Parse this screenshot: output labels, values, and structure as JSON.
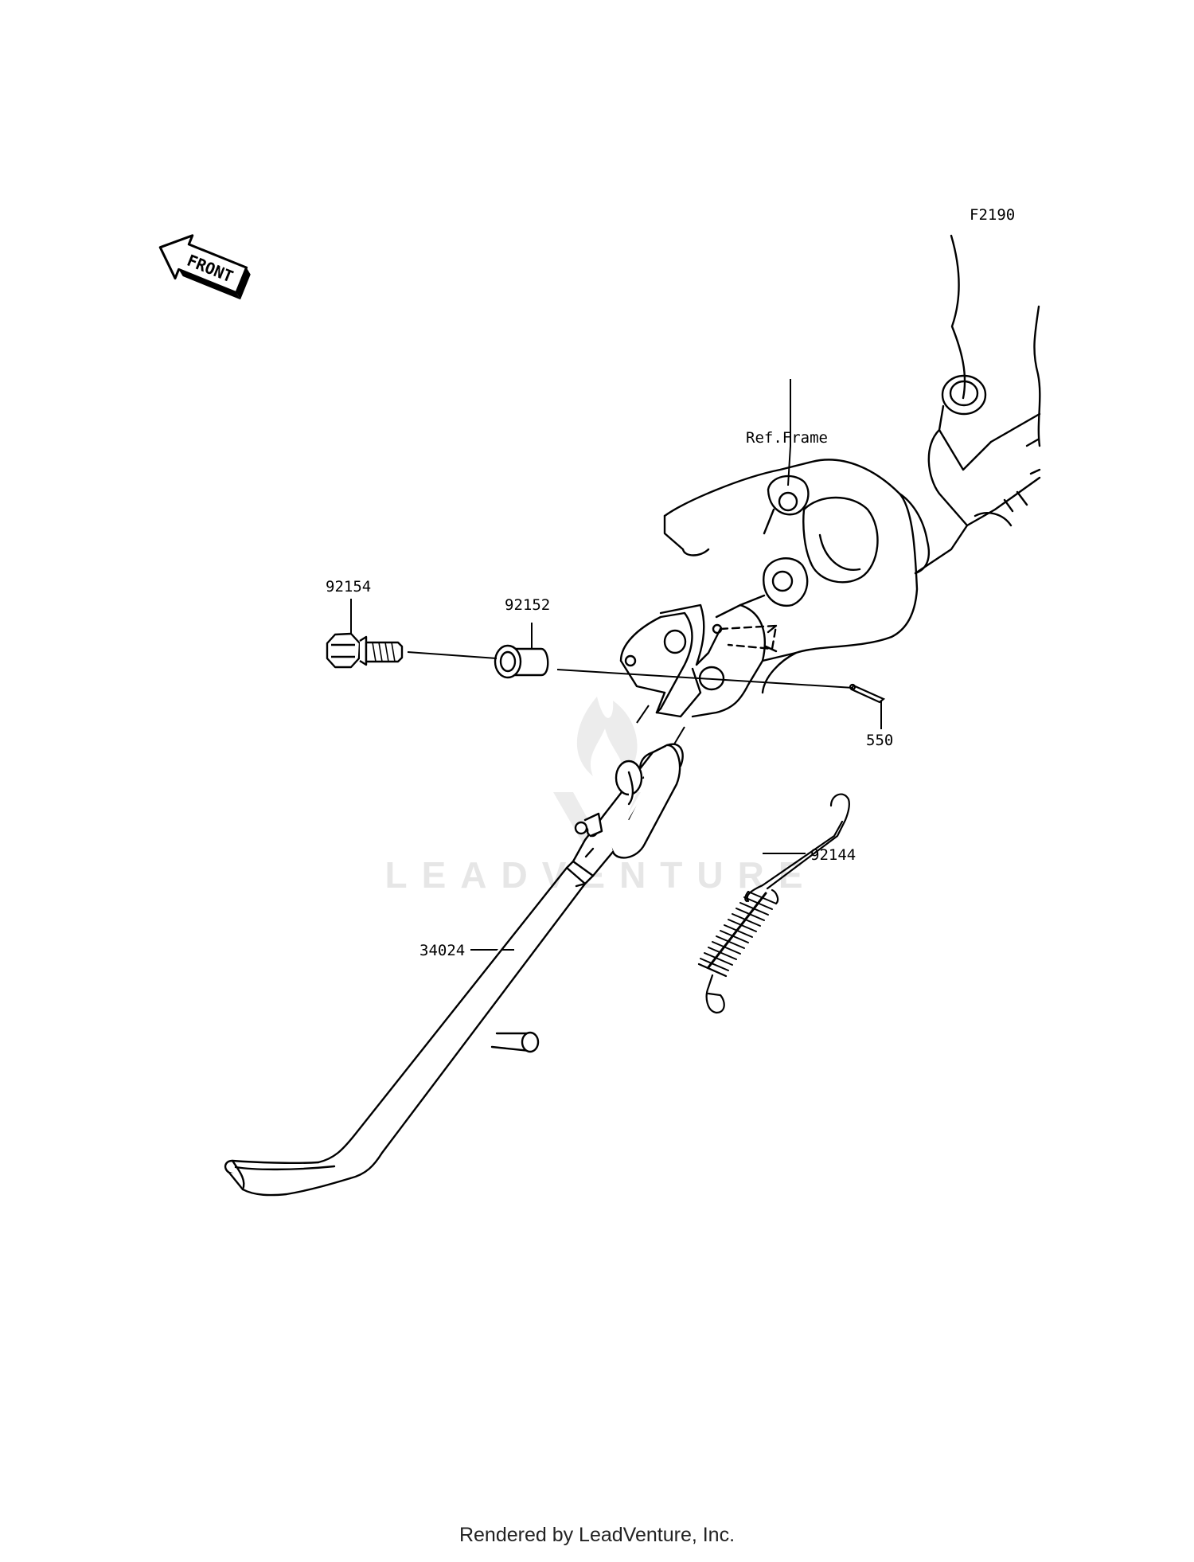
{
  "diagram_code": "F2190",
  "front_label": "FRONT",
  "watermark": "LEADVENTURE",
  "parts": {
    "bolt": "92154",
    "collar": "92152",
    "cotter_pin": "550",
    "spring": "92144",
    "side_stand": "34024",
    "frame": "Ref.Frame"
  },
  "footer": "Rendered by LeadVenture, Inc."
}
